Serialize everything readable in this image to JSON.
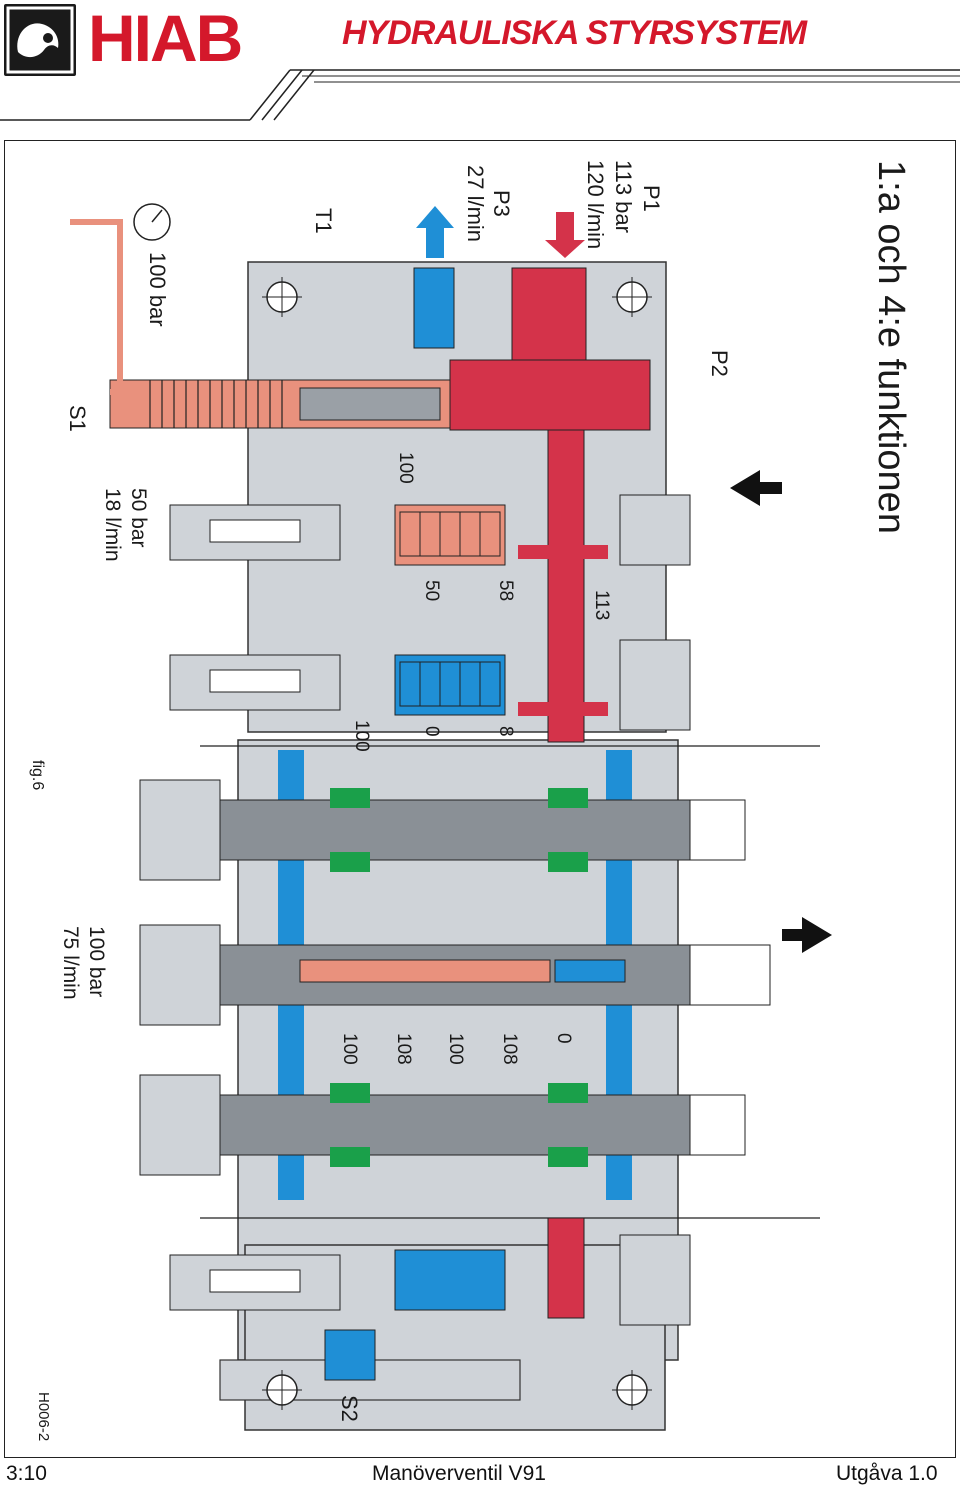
{
  "header": {
    "brand": "HIAB",
    "title": "HYDRAULISKA STYRSYSTEM"
  },
  "diagram": {
    "heading": "1:a och 4:e funktionen",
    "fig_label": "fig.6",
    "drawing_id": "H006-2",
    "ports": {
      "p1": "P1",
      "p1_pressure": "113 bar",
      "p1_flow": "120 l/min",
      "p3": "P3",
      "p3_flow": "27 l/min",
      "t1": "T1",
      "p2": "P2",
      "s1": "S1",
      "s2": "S2"
    },
    "gauge_label": "100 bar",
    "relief_upper": {
      "pressure": "50 bar",
      "flow": "18 l/min"
    },
    "relief_mid": {
      "pressure": "100 bar",
      "flow": "75 l/min"
    },
    "values_upper": [
      "100",
      "50",
      "58",
      "113"
    ],
    "values_upper2": [
      "100",
      "0",
      "8"
    ],
    "values_lower": [
      "100",
      "108",
      "100",
      "108",
      "0"
    ],
    "colors": {
      "pressure": "#d4334a",
      "return": "#1f8fd6",
      "body": "#cfd3d8",
      "low_pressure": "#e9917d",
      "seal": "#1aa04a"
    }
  },
  "footer": {
    "page": "3:10",
    "doc": "Manöverventil V91",
    "edition": "Utgåva 1.0"
  }
}
